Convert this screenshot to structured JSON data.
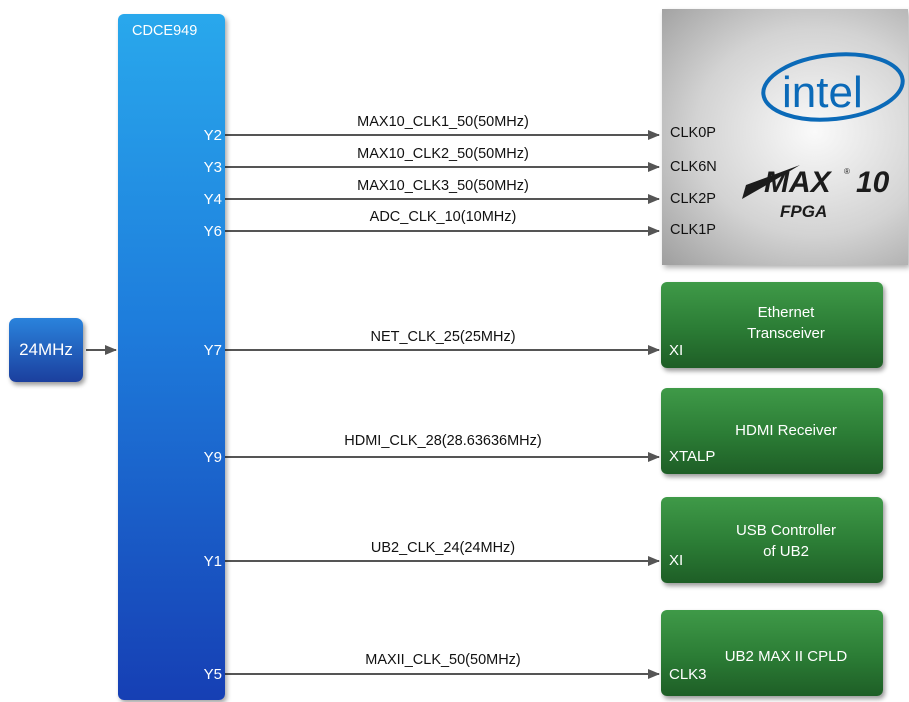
{
  "oscillator": {
    "label": "24MHz"
  },
  "clock_generator": {
    "name": "CDCE949"
  },
  "fpga": {
    "logo_text": "intel",
    "product_text": "MAX",
    "product_number": "10",
    "type_text": "FPGA"
  },
  "connections": [
    {
      "pin": "Y2",
      "signal": "MAX10_CLK1_50(50MHz)",
      "dest_pin": "CLK0P"
    },
    {
      "pin": "Y3",
      "signal": "MAX10_CLK2_50(50MHz)",
      "dest_pin": "CLK6N"
    },
    {
      "pin": "Y4",
      "signal": "MAX10_CLK3_50(50MHz)",
      "dest_pin": "CLK2P"
    },
    {
      "pin": "Y6",
      "signal": "ADC_CLK_10(10MHz)",
      "dest_pin": "CLK1P"
    },
    {
      "pin": "Y7",
      "signal": "NET_CLK_25(25MHz)",
      "dest_pin": "XI"
    },
    {
      "pin": "Y9",
      "signal": "HDMI_CLK_28(28.63636MHz)",
      "dest_pin": "XTALP"
    },
    {
      "pin": "Y1",
      "signal": "UB2_CLK_24(24MHz)",
      "dest_pin": "XI"
    },
    {
      "pin": "Y5",
      "signal": "MAXII_CLK_50(50MHz)",
      "dest_pin": "CLK3"
    }
  ],
  "devices": [
    {
      "name": "Ethernet\nTransceiver"
    },
    {
      "name": "HDMI Receiver"
    },
    {
      "name": "USB Controller\nof UB2"
    },
    {
      "name": "UB2 MAX II CPLD"
    }
  ],
  "colors": {
    "clock_generator": "#1e7ddc",
    "oscillator": "#1b3f9e",
    "device": "#2b7c35",
    "wire": "#555555",
    "intel_blue": "#0b6ab8"
  }
}
